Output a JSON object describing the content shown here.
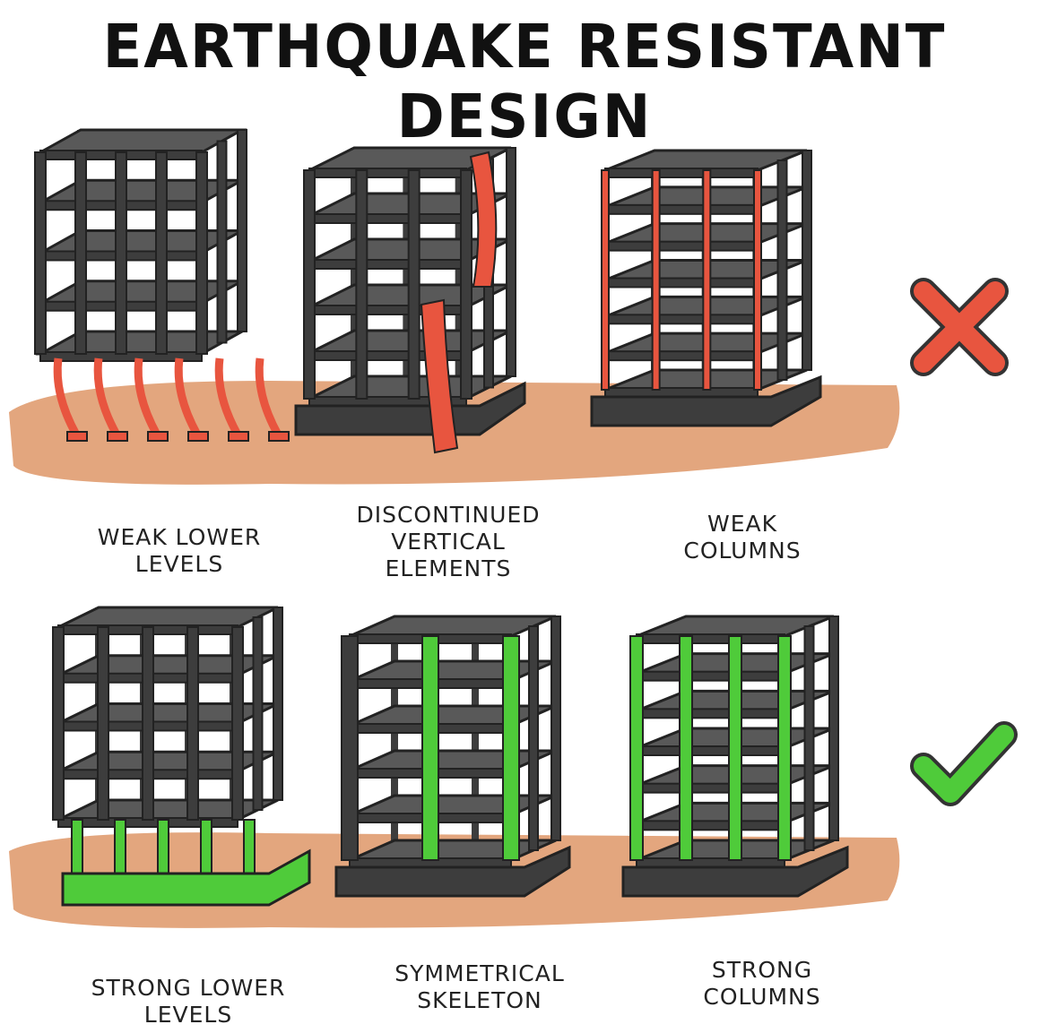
{
  "title": "EARTHQUAKE RESISTANT DESIGN",
  "colors": {
    "frame": "#3d3d3d",
    "slab": "#595959",
    "ground": "#e3a67e",
    "bad": "#e8553f",
    "good": "#4fcb3a"
  },
  "bad_row": {
    "verdict_icon": "red-x-icon",
    "items": [
      {
        "label_lines": [
          "WEAK LOWER",
          "LEVELS"
        ]
      },
      {
        "label_lines": [
          "DISCONTINUED",
          "VERTICAL",
          "ELEMENTS"
        ]
      },
      {
        "label_lines": [
          "WEAK",
          "COLUMNS"
        ]
      }
    ]
  },
  "good_row": {
    "verdict_icon": "green-check-icon",
    "items": [
      {
        "label_lines": [
          "STRONG LOWER",
          "LEVELS"
        ]
      },
      {
        "label_lines": [
          "SYMMETRICAL",
          "SKELETON"
        ]
      },
      {
        "label_lines": [
          "STRONG",
          "COLUMNS"
        ]
      }
    ]
  }
}
